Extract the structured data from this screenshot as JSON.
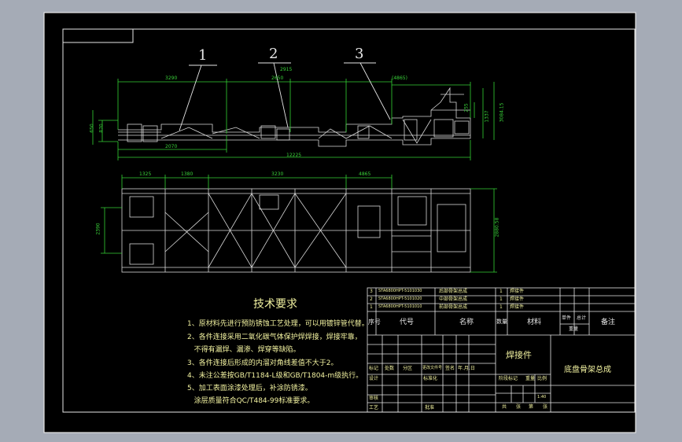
{
  "balloons": [
    "1",
    "2",
    "3"
  ],
  "dims_side": {
    "d3290": "3290",
    "d2650": "2650",
    "d2915": "2915",
    "d4865": "(4865)",
    "d2070": "2070",
    "d12225": "12225",
    "d650": "650",
    "d255": "255",
    "d870": "870",
    "d1337": "1337",
    "d3084": "3084.15"
  },
  "dims_plan": {
    "d1325": "1325",
    "d1380": "1380",
    "d3230": "3230",
    "d4865": "4865",
    "d2390": "2390",
    "d2880": "2880.58"
  },
  "tech": {
    "title": "技术要求",
    "lines": [
      "1、原材料先进行预防锈蚀工艺处理，可以用镀锌管代替。",
      "2、各件连接采用二氧化碳气体保护焊焊接，焊接牢靠，",
      "   不得有漏焊、漏渗、焊穿等缺陷。",
      "3、各件连接后形成的内溜对角线差值不大于2。",
      "4、未注公差按GB/T1184-L级和GB/T1804-m级执行。",
      "5、加工表面涂漆处理后，补涂防锈漆。",
      "   涂层质量符合QC/T484-99标准要求。"
    ]
  },
  "bom": {
    "rows": [
      {
        "no": "3",
        "code": "STA6800HPT-5101030",
        "name": "后部骨架总成",
        "qty": "1",
        "material": "焊接件"
      },
      {
        "no": "2",
        "code": "STA6800HPT-5101020",
        "name": "中部骨架总成",
        "qty": "1",
        "material": "焊接件"
      },
      {
        "no": "1",
        "code": "STA6800HPT-5101010",
        "name": "前部骨架总成",
        "qty": "1",
        "material": "焊接件"
      }
    ],
    "header": {
      "no": "序号",
      "code": "代号",
      "name": "名称",
      "qty": "数量",
      "material": "材料",
      "unit_weight": "单件",
      "total_weight": "总计",
      "weight": "重量",
      "remark": "备注"
    }
  },
  "title_block": {
    "material_label": "焊接件",
    "drawing_name": "底盘骨架总成",
    "row_labels": [
      "标记",
      "处数",
      "分区",
      "更改文件号",
      "签名",
      "年.月.日"
    ],
    "designer": "设计",
    "standardization": "标准化",
    "stage_mark": "阶段标记",
    "weight": "重量",
    "scale": "比例",
    "scale_value": "1:40",
    "review": "审核",
    "process": "工艺",
    "approve": "批准",
    "sheet_total": "共",
    "sheet_label": "张",
    "sheet_no": "第",
    "sheet_suffix": "张"
  }
}
